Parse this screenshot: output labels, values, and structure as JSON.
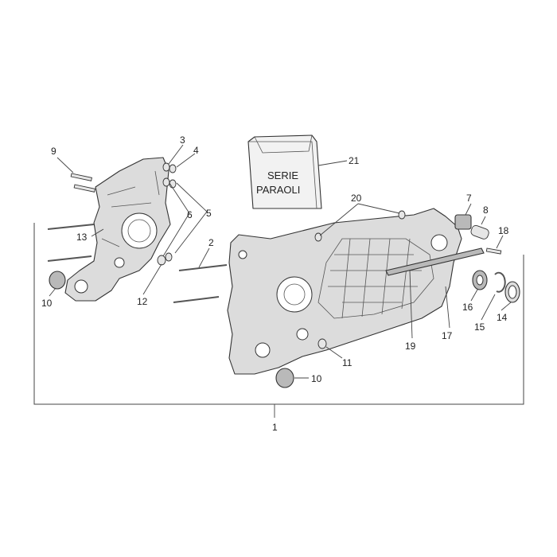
{
  "kit_label": {
    "line1": "SERIE",
    "line2": "PARAOLI"
  },
  "callouts": [
    {
      "id": "c1",
      "label": "1"
    },
    {
      "id": "c2",
      "label": "2"
    },
    {
      "id": "c3",
      "label": "3"
    },
    {
      "id": "c4",
      "label": "4"
    },
    {
      "id": "c5",
      "label": "5"
    },
    {
      "id": "c6",
      "label": "6"
    },
    {
      "id": "c7",
      "label": "7"
    },
    {
      "id": "c8",
      "label": "8"
    },
    {
      "id": "c9",
      "label": "9"
    },
    {
      "id": "c10a",
      "label": "10"
    },
    {
      "id": "c10b",
      "label": "10"
    },
    {
      "id": "c11",
      "label": "11"
    },
    {
      "id": "c12",
      "label": "12"
    },
    {
      "id": "c13",
      "label": "13"
    },
    {
      "id": "c14",
      "label": "14"
    },
    {
      "id": "c15",
      "label": "15"
    },
    {
      "id": "c16",
      "label": "16"
    },
    {
      "id": "c17",
      "label": "17"
    },
    {
      "id": "c18",
      "label": "18"
    },
    {
      "id": "c19",
      "label": "19"
    },
    {
      "id": "c20",
      "label": "20"
    },
    {
      "id": "c21",
      "label": "21"
    }
  ]
}
